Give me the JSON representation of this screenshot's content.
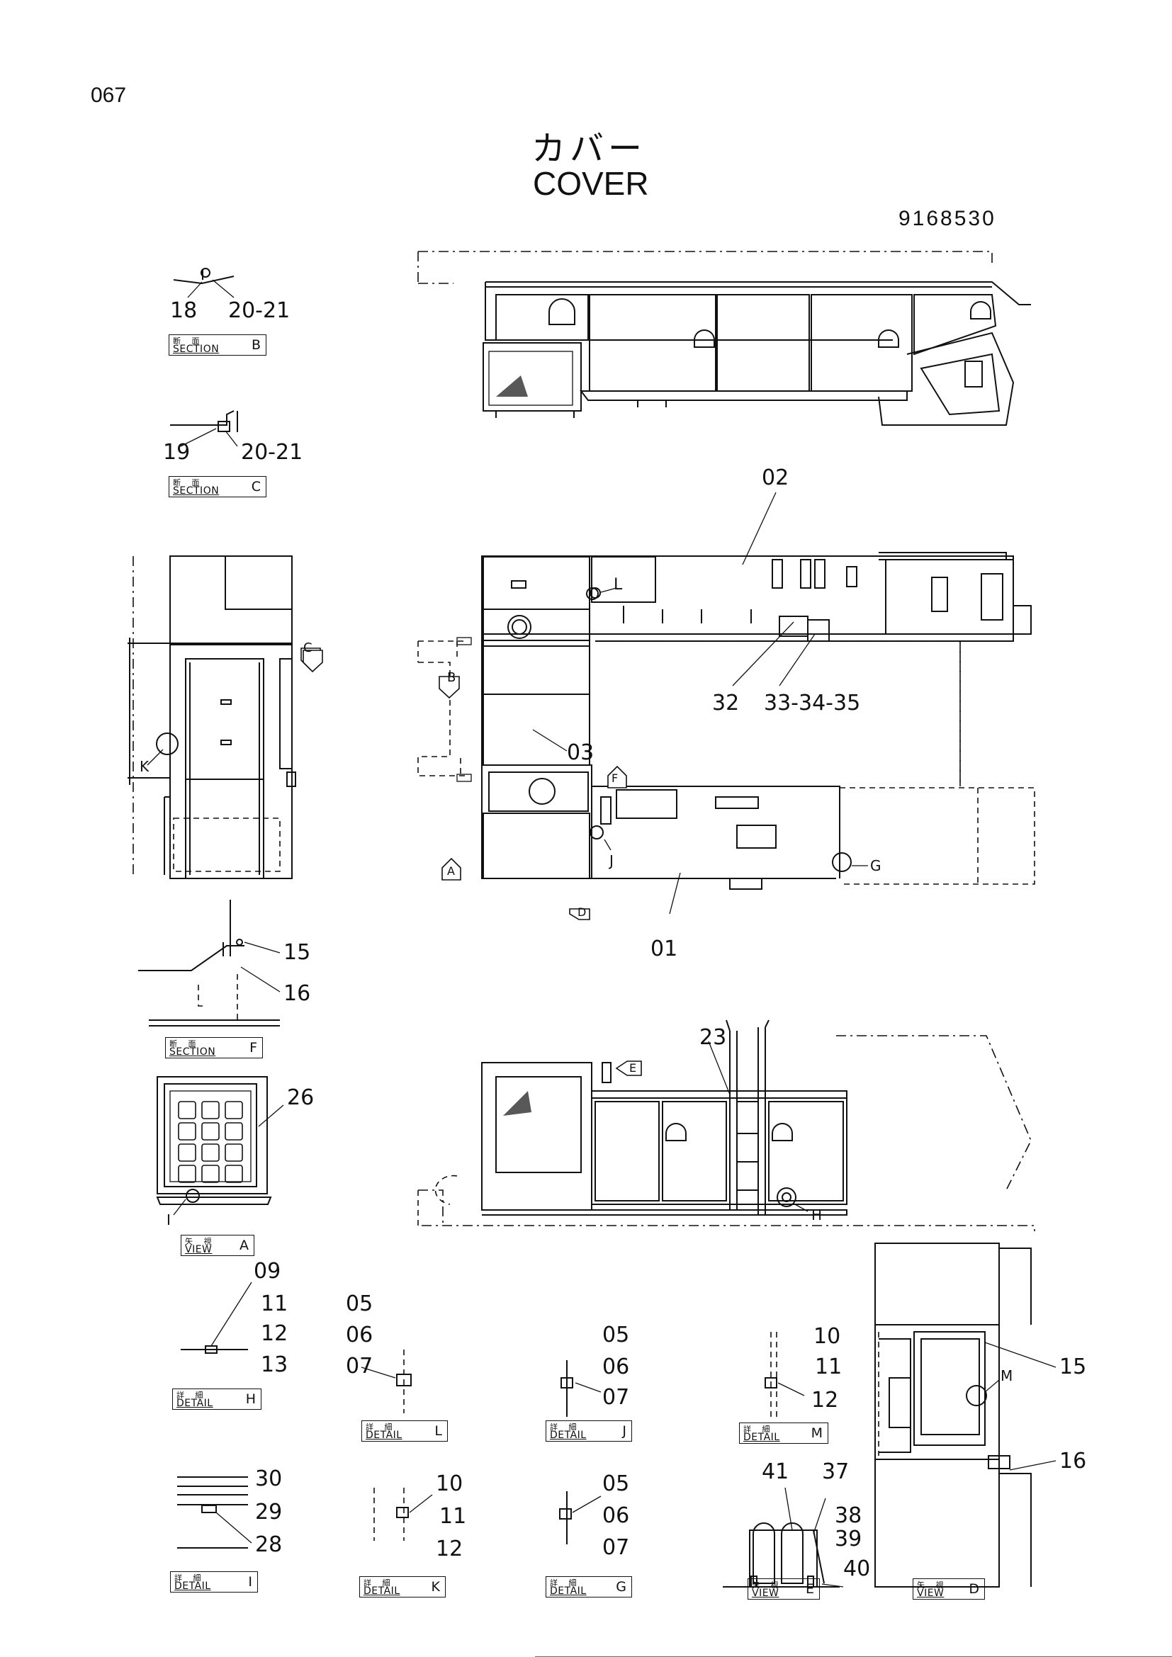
{
  "page_number": "067",
  "title_jp": "カバー",
  "title_en": "COVER",
  "part_number": "9168530",
  "callouts": {
    "c01": "01",
    "c02": "02",
    "c03": "03",
    "c05a": "05",
    "c06a": "06",
    "c07a": "07",
    "c05b": "05",
    "c06b": "06",
    "c07b": "07",
    "c05c": "05",
    "c06c": "06",
    "c07c": "07",
    "c09": "09",
    "c11a": "11",
    "c12a": "12",
    "c13": "13",
    "c10a": "10",
    "c11b": "11",
    "c12b": "12",
    "c10b": "10",
    "c11c": "11",
    "c12c": "12",
    "c15a": "15",
    "c16a": "16",
    "c15b": "15",
    "c16b": "16",
    "c18": "18",
    "c19": "19",
    "c2021a": "20-21",
    "c2021b": "20-21",
    "c23": "23",
    "c26": "26",
    "c28": "28",
    "c29": "29",
    "c30": "30",
    "c32": "32",
    "c333435": "33-34-35",
    "c37": "37",
    "c38": "38",
    "c39": "39",
    "c40": "40",
    "c41": "41"
  },
  "view_letters": {
    "A": "A",
    "B": "B",
    "C": "C",
    "D": "D",
    "E": "E",
    "F": "F",
    "G": "G",
    "H": "H",
    "I": "I",
    "J": "J",
    "K": "K",
    "L": "L",
    "M": "M"
  },
  "tags": {
    "section_jp": "断 面",
    "section_en": "SECTION",
    "detail_jp": "詳 細",
    "detail_en": "DETAIL",
    "view_jp": "矢 視",
    "view_en": "VIEW",
    "section_b": "B",
    "section_c": "C",
    "section_f": "F",
    "view_a": "A",
    "view_d": "D",
    "view_e": "E",
    "detail_h": "H",
    "detail_i": "I",
    "detail_l": "L",
    "detail_k": "K",
    "detail_j": "J",
    "detail_g": "G",
    "detail_m": "M"
  }
}
